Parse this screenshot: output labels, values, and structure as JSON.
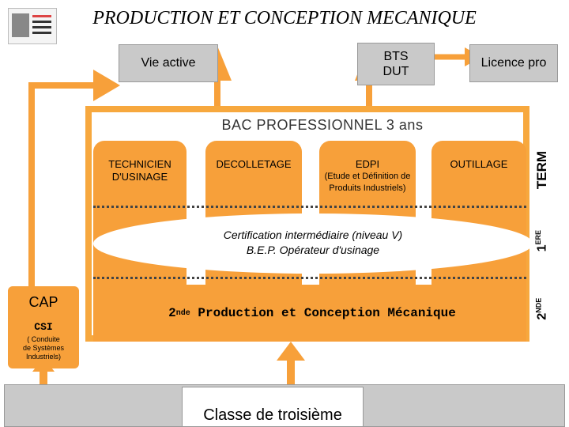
{
  "title": "PRODUCTION ET CONCEPTION MECANIQUE",
  "vie_active": "Vie active",
  "bts_dut_line1": "BTS",
  "bts_dut_line2": "DUT",
  "licence_pro": "Licence pro",
  "bac_title": "BAC PROFESSIONNEL 3 ans",
  "columns": {
    "technicien_line1": "TECHNICIEN",
    "technicien_line2": "D'USINAGE",
    "decolletage": "DECOLLETAGE",
    "edpi": "EDPI",
    "edpi_sub_line1": "(Etude et Définition de",
    "edpi_sub_line2": "Produits Industriels)",
    "outillage": "OUTILLAGE"
  },
  "certification_line1": "Certification intermédiaire (niveau V)",
  "certification_line2": "B.E.P. Opérateur d'usinage",
  "seconde_prefix": "2",
  "seconde_sup": "nde",
  "seconde_text": " Production et Conception Mécanique",
  "side_labels": {
    "term": "TERM",
    "first_num": "1",
    "first_sup": "ERE",
    "second_num": "2",
    "second_sup": "NDE"
  },
  "cap": "CAP",
  "csi": "CSI",
  "csi_sub_line1": "( Conduite",
  "csi_sub_line2": "de Systèmes",
  "csi_sub_line3": "Industriels)",
  "classe_troisieme": "Classe de troisième",
  "colors": {
    "orange": "#f7a03a",
    "gray": "#c9c9c9"
  }
}
